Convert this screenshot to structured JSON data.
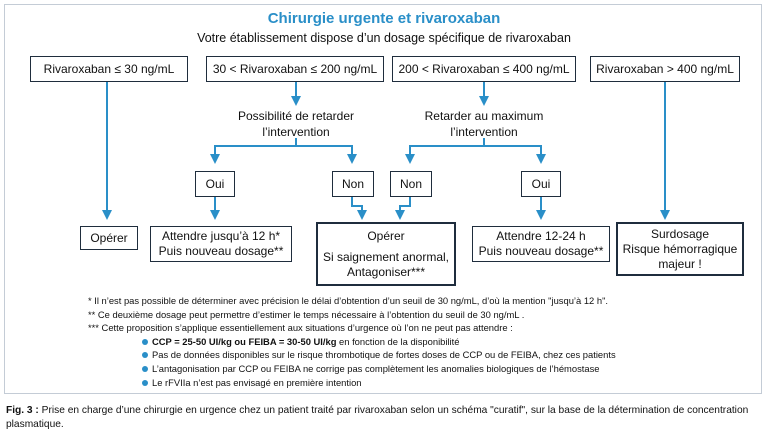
{
  "header": {
    "title": "Chirurgie urgente et rivaroxaban",
    "subtitle": "Votre établissement dispose d’un dosage spécifique de rivaroxaban"
  },
  "ranges": {
    "r1": "Rivaroxaban ≤ 30 ng/mL",
    "r2": "30 < Rivaroxaban ≤ 200 ng/mL",
    "r3": "200 < Rivaroxaban ≤ 400 ng/mL",
    "r4": "Rivaroxaban > 400 ng/mL"
  },
  "questions": {
    "q1_line1": "Possibilité de retarder",
    "q1_line2": "l’intervention",
    "q2_line1": "Retarder au maximum",
    "q2_line2": "l’intervention"
  },
  "answers": {
    "oui_left": "Oui",
    "non_left": "Non",
    "non_right": "Non",
    "oui_right": "Oui"
  },
  "outcomes": {
    "operer": "Opérer",
    "attendre12_line1": "Attendre jusqu’à 12 h*",
    "attendre12_line2": "Puis nouveau dosage**",
    "center_line1": "Opérer",
    "center_line2": "Si saignement anormal,",
    "center_line3": "Antagoniser***",
    "attendre1224_line1": "Attendre 12-24 h",
    "attendre1224_line2": "Puis nouveau dosage**",
    "surdosage_line1": "Surdosage",
    "surdosage_line2": "Risque hémorragique",
    "surdosage_line3": "majeur !"
  },
  "notes": {
    "n1": "* Il n’est pas possible de déterminer avec précision le délai d’obtention d’un seuil de 30 ng/mL, d’où la mention \"jusqu’à 12 h\".",
    "n2": "** Ce deuxième dosage peut permettre d’estimer le temps nécessaire à l’obtention du seuil de 30 ng/mL .",
    "n3": "*** Cette proposition s’applique essentiellement aux situations d’urgence où l’on ne peut pas attendre :",
    "b1_bold": "CCP = 25-50 UI/kg ou FEIBA = 30-50 UI/kg",
    "b1_rest": " en fonction de la disponibilité",
    "b2": "Pas de données disponibles sur le risque thrombotique de fortes doses de CCP ou de FEIBA, chez ces patients",
    "b3": "L’antagonisation par CCP ou FEIBA ne corrige pas complètement les anomalies biologiques de l’hémostase",
    "b4": "Le rFVIIa n’est pas envisagé en première intention"
  },
  "caption": {
    "label": "Fig. 3 :",
    "text": " Prise en charge d’une chirurgie en urgence chez un patient traité par rivaroxaban selon un schéma \"curatif\", sur la base de la détermination de concentration plasmatique."
  },
  "colors": {
    "accent": "#2a8fc8",
    "box_border": "#1f2d3d"
  }
}
